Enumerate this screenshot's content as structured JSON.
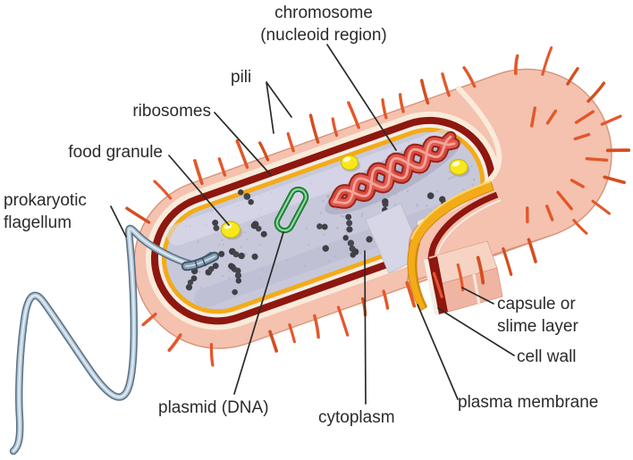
{
  "labels": {
    "chromosome_line1": "chromosome",
    "chromosome_line2": "(nucleoid region)",
    "pili": "pili",
    "ribosomes": "ribosomes",
    "food_granule": "food granule",
    "flagellum_line1": "prokaryotic",
    "flagellum_line2": "flagellum",
    "plasmid": "plasmid (DNA)",
    "cytoplasm": "cytoplasm",
    "plasma_membrane": "plasma membrane",
    "cell_wall": "cell wall",
    "capsule_line1": "capsule or",
    "capsule_line2": "slime layer"
  },
  "colors": {
    "text": "#2b2b2b",
    "leader": "#2a2a2a",
    "capsule": "#f4c2af",
    "capsule_edge": "#d8947b",
    "cream": "#f9ead9",
    "cell_wall": "#8e170f",
    "gap_white": "#f3eee6",
    "membrane": "#f3ab18",
    "membrane_shade": "#d18d0e",
    "membrane_light": "#fbd568",
    "cytoplasm": "#c8c8db",
    "cytoplasm_light": "#dcdcec",
    "cytoplasm_shade": "#b5b5ce",
    "ribosome": "#3f3f45",
    "chromosome": "#d94f43",
    "chromosome_dark": "#97231a",
    "chromosome_light": "#f2a49b",
    "plasmid": "#2f9e4e",
    "plasmid_dark": "#187031",
    "plasmid_light": "#bfe8c8",
    "granule": "#f7e81d",
    "granule_rim": "#cdba10",
    "flagellum": "#b7cbdb",
    "flagellum_edge": "#5d7487",
    "flagellum_light": "#e8f1f7",
    "pili": "#e2582b"
  },
  "counts": {
    "food_granules": 3,
    "ribosome_clusters": 26,
    "pili_spikes": 38
  }
}
